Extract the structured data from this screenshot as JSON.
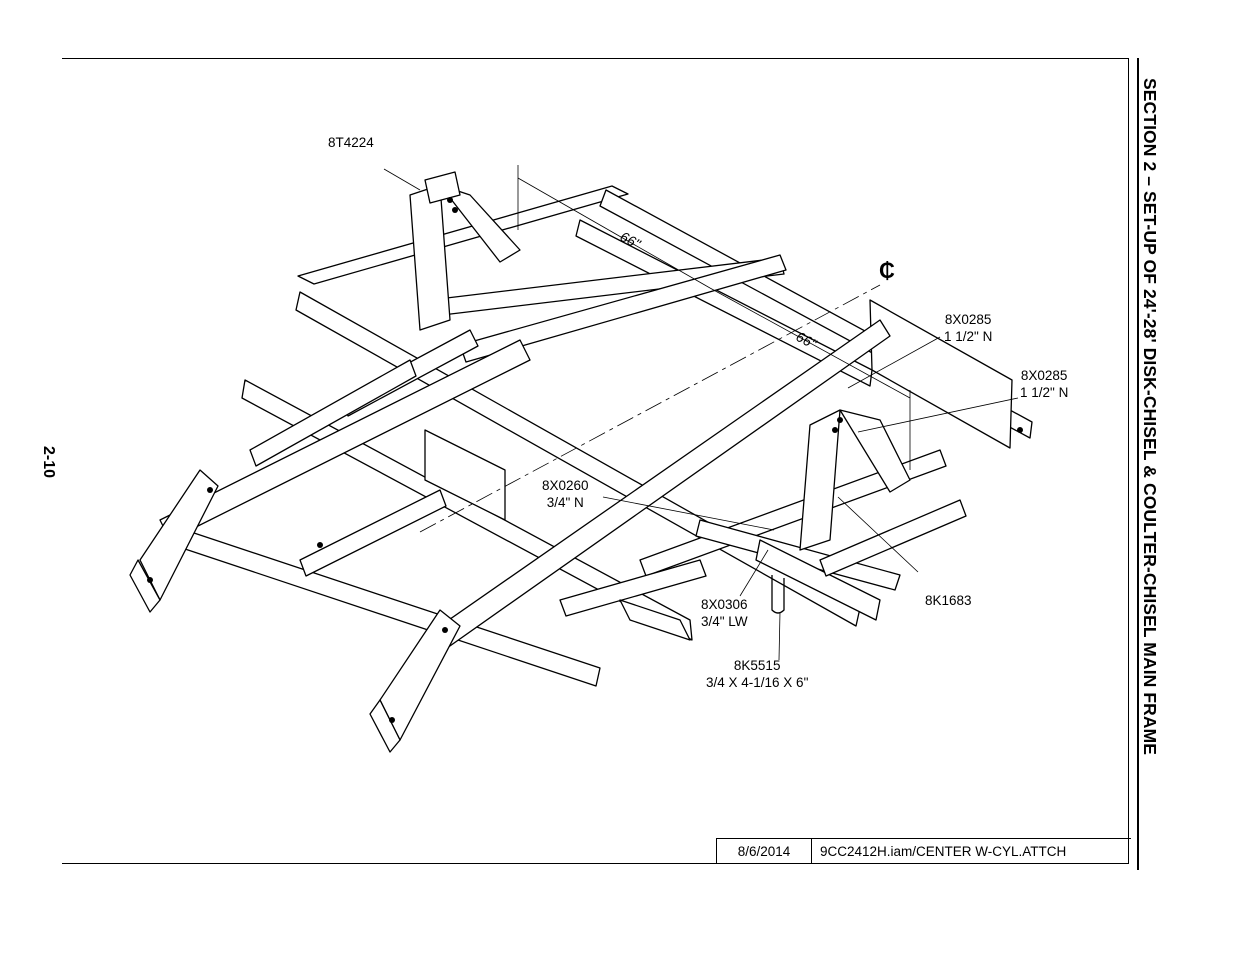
{
  "page_number": "2-10",
  "section_title": "SECTION 2 – SET-UP OF 24'-28' DISK-CHISEL & COULTER-CHISEL MAIN FRAME",
  "centerline_symbol": "₵",
  "dimensions": [
    "66\"",
    "66\""
  ],
  "callouts": [
    {
      "part": "8T4224",
      "desc": ""
    },
    {
      "part": "8X0285",
      "desc": "1 1/2\" N"
    },
    {
      "part": "8X0285",
      "desc": "1 1/2\" N"
    },
    {
      "part": "8X0260",
      "desc": "3/4\" N"
    },
    {
      "part": "8K1683",
      "desc": ""
    },
    {
      "part": "8X0306",
      "desc": "3/4\" LW"
    },
    {
      "part": "8K5515",
      "desc": "3/4 X 4-1/16 X 6\""
    }
  ],
  "title_block": {
    "date": "8/6/2014",
    "file": "9CC2412H.iam/CENTER W-CYL.ATTCH"
  }
}
